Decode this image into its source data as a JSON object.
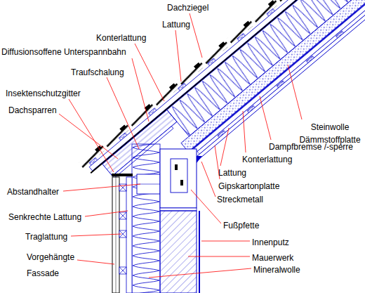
{
  "diagram": {
    "labels": [
      "Dachziegel",
      "Lattung",
      "Konterlattung",
      "Diffusionsoffene Unterspannbahn",
      "Traufschalung",
      "Insektenschutzgitter",
      "Dachsparren",
      "Steinwolle Dämmstoffplatte",
      "Dampfbremse /-sperre",
      "Konterlattung",
      "Lattung",
      "Gipskartonplatte",
      "Streckmetall",
      "Abstandhalter",
      "Fußpfette",
      "Senkrechte Lattung",
      "Traglattung",
      "Innenputz",
      "Mauerwerk",
      "Vorgehängte Fassade",
      "Mineralwolle"
    ]
  }
}
